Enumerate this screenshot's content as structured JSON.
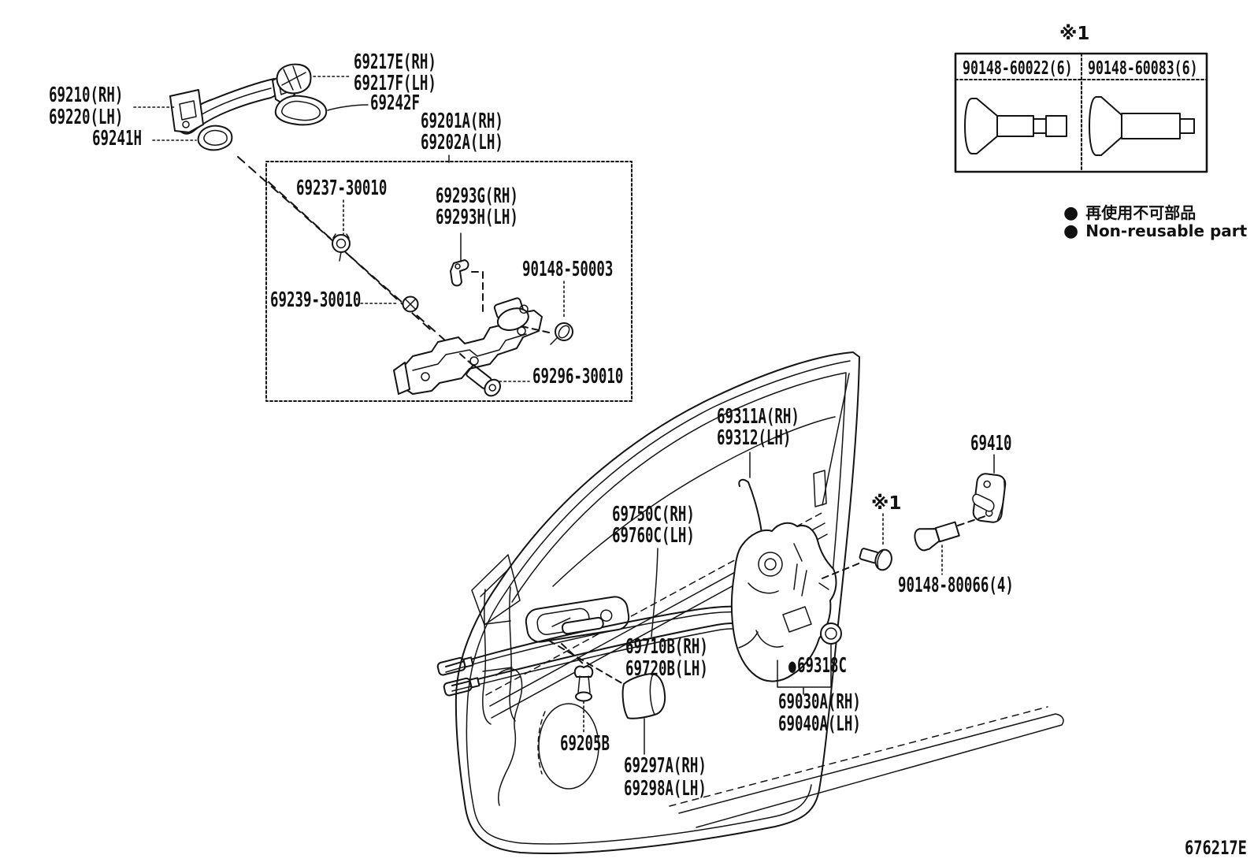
{
  "page": {
    "doc_id": "676217E"
  },
  "legend": {
    "bullet": "●",
    "jp": "再使用不可部品",
    "en": "Non-reusable part"
  },
  "ref_table": {
    "ref_mark": "※1",
    "cells": [
      "90148-60022(6)",
      "90148-60083(6)"
    ]
  },
  "callouts": {
    "bullet": "●",
    "ref_mid": "※1",
    "c69217e": "69217E(RH)",
    "c69217f": "69217F(LH)",
    "c69210": "69210(RH)",
    "c69220": "69220(LH)",
    "c69242f": "69242F",
    "c69241h": "69241H",
    "c69201a": "69201A(RH)",
    "c69202a": "69202A(LH)",
    "c69237": "69237-30010",
    "c69293g": "69293G(RH)",
    "c69293h": "69293H(LH)",
    "c90148_50003": "90148-50003",
    "c69239": "69239-30010",
    "c69296": "69296-30010",
    "c69311a": "69311A(RH)",
    "c69312": "69312(LH)",
    "c69750c": "69750C(RH)",
    "c69760c": "69760C(LH)",
    "c69410": "69410",
    "c90148_80066": "90148-80066(4)",
    "c69710b": "69710B(RH)",
    "c69720b": "69720B(LH)",
    "c69318c": "69318C",
    "c69030a": "69030A(RH)",
    "c69040a": "69040A(LH)",
    "c69205b": "69205B",
    "c69297a": "69297A(RH)",
    "c69298a": "69298A(LH)"
  }
}
